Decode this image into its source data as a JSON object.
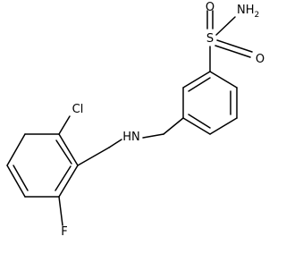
{
  "molecule": {
    "atoms": {
      "nh2": {
        "main": "NH",
        "sub": "2"
      },
      "s": "S",
      "o_upper": "O",
      "o_lower": "O",
      "nh": "HN",
      "cl": "Cl",
      "f": "F"
    }
  },
  "colors": {
    "bond": "#000000",
    "text": "#000000",
    "background": "#ffffff"
  }
}
